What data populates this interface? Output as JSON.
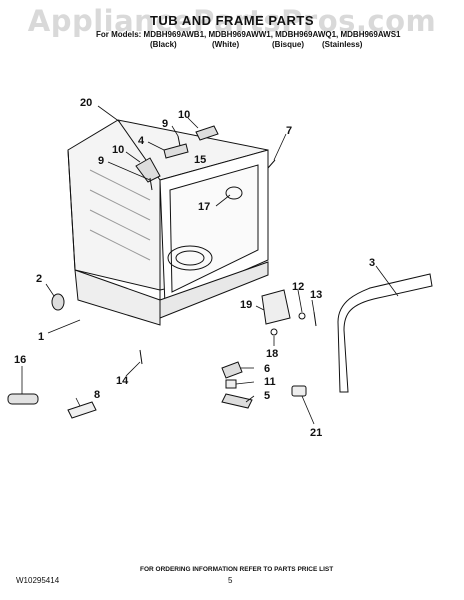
{
  "watermark": "AppliancePartsPros.com",
  "header": {
    "title": "TUB AND FRAME PARTS",
    "models_line": "For Models: MDBH969AWB1, MDBH969AWW1, MDBH969AWQ1, MDBH969AWS1",
    "columns": [
      "(Black)",
      "(White)",
      "(Bisque)",
      "(Stainless)"
    ]
  },
  "callouts": {
    "c20": "20",
    "c10a": "10",
    "c9a": "9",
    "c4": "4",
    "c15": "15",
    "c7": "7",
    "c10b": "10",
    "c9b": "9",
    "c17": "17",
    "c3": "3",
    "c2": "2",
    "c12": "12",
    "c13": "13",
    "c19": "19",
    "c1": "1",
    "c18": "18",
    "c6": "6",
    "c11": "11",
    "c16": "16",
    "c5": "5",
    "c14": "14",
    "c8": "8",
    "c21": "21"
  },
  "footer": {
    "note": "FOR ORDERING INFORMATION REFER TO PARTS PRICE LIST",
    "doc_number": "W10295414",
    "page": "5"
  }
}
